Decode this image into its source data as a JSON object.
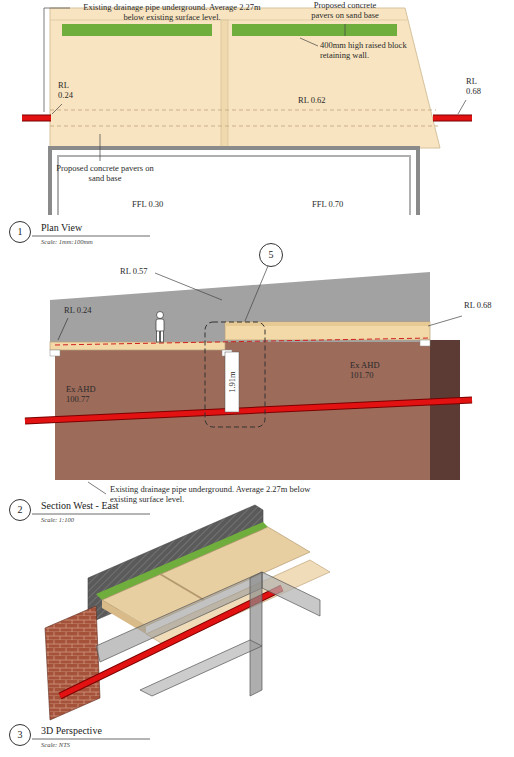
{
  "diagram": {
    "nodes": [
      {
        "text": [
          "1",
          "Plan View",
          "Scale: 1mm:100mm"
        ]
      },
      {
        "text": [
          "5"
        ]
      },
      {
        "text": [
          "2",
          "Section West - East",
          "Scale: 1:100"
        ]
      },
      {
        "text": [
          "3",
          "3D Perspective",
          "Scale: NTS"
        ]
      }
    ],
    "labels": [
      "Existing drainage pipe underground. Average 2.27m below existing surface level.",
      "Proposed concrete pavers on sand base",
      "400mm high raised block retaining wall.",
      "RL 0.24",
      "RL 0.68",
      "RL 0.62",
      "Proposed concrete pavers on sand base",
      "FFL 0.30",
      "FFL 0.70",
      "RL 0.57",
      "RL 0.24",
      "RL 0.68",
      "Ex AHD 100.77",
      "Ex AHD 101.70",
      "1.91m",
      "Existing drainage pipe underground. Average 2.27m below existing surface level."
    ]
  }
}
